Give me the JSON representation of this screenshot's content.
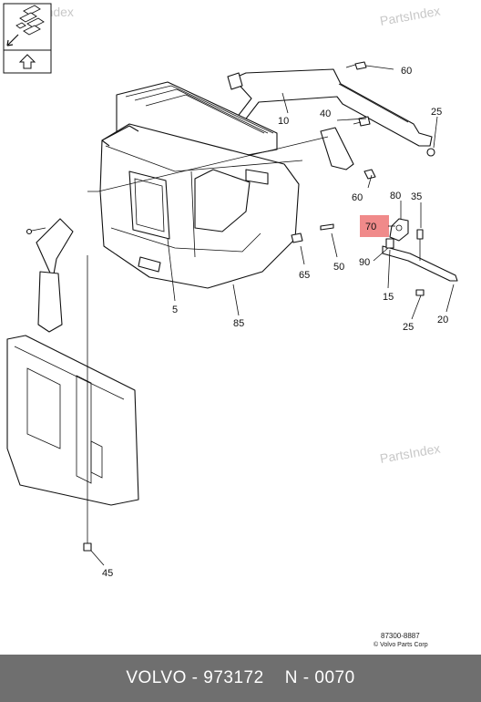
{
  "watermark": "PartsIndex",
  "labels": {
    "p60a": "60",
    "p10": "10",
    "p40": "40",
    "p25a": "25",
    "p60b": "60",
    "p80": "80",
    "p35": "35",
    "p70": "70",
    "p90": "90",
    "p65": "65",
    "p50": "50",
    "p15": "15",
    "p25b": "25",
    "p20": "20",
    "p5": "5",
    "p85": "85",
    "p45": "45"
  },
  "highlight_color": "#f08a8a",
  "reference": {
    "code": "87300-8887",
    "copyright": "© Volvo Parts Corp"
  },
  "footer": {
    "brand": "VOLVO",
    "part_number": "973172",
    "diagram_code": "N - 0070"
  },
  "icons": [
    "exploded-view-icon",
    "up-arrow-icon"
  ]
}
